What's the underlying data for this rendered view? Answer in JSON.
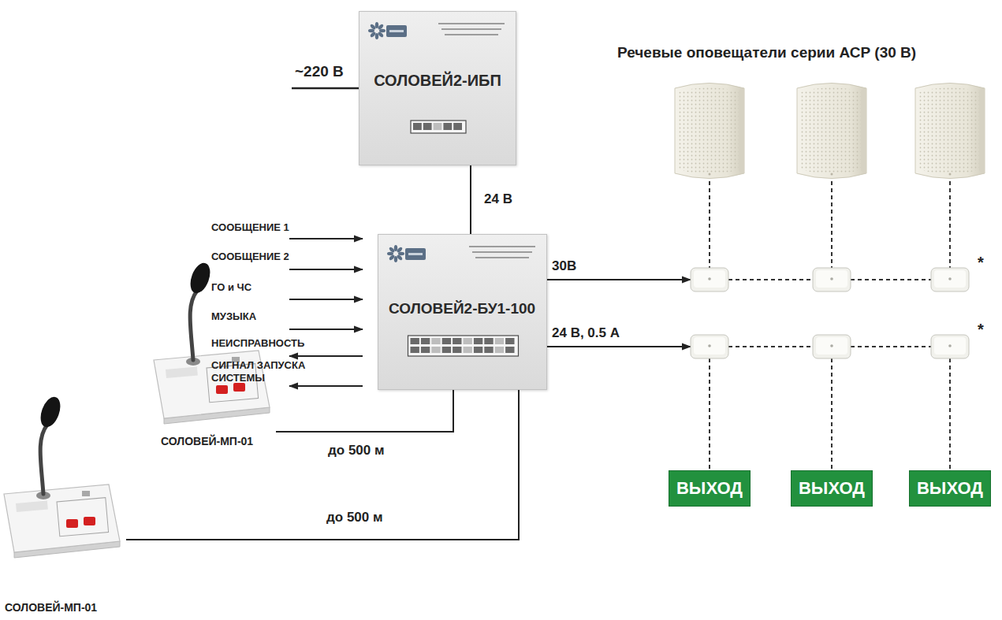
{
  "diagram": {
    "nodes": [
      {
        "text": [
          "СОЛОВЕЙ2-ИБП"
        ]
      },
      {
        "text": [
          "СОЛОВЕЙ2-БУ1-100"
        ]
      },
      {
        "text": [
          "ВЫХОД"
        ]
      },
      {
        "text": [
          "ВЫХОД"
        ]
      },
      {
        "text": [
          "ВЫХОД"
        ]
      },
      {
        "text": [
          "СОЛОВЕЙ-МП-01"
        ]
      },
      {
        "text": [
          "СОЛОВЕЙ-МП-01"
        ]
      }
    ],
    "edges": [
      {
        "from": 0,
        "to": 1,
        "label": "24 В",
        "arrow": "none"
      },
      {
        "from": 1,
        "to": 5,
        "label": "до 500 м",
        "arrow": "none"
      },
      {
        "from": 1,
        "to": 6,
        "label": "до 500 м",
        "arrow": "none"
      }
    ],
    "labels": [
      "~220 В",
      "СООБЩЕНИЕ 1",
      "СООБЩЕНИЕ 2",
      "ГО и ЧС",
      "МУЗЫКА",
      "НЕИСПРАВНОСТЬ",
      "СИГНАЛ ЗАПУСКА СИСТЕМЫ",
      "Речевые оповещатели серии АСР (30 В)",
      "30В",
      "24 В, 0.5 А",
      "*",
      "*"
    ]
  }
}
